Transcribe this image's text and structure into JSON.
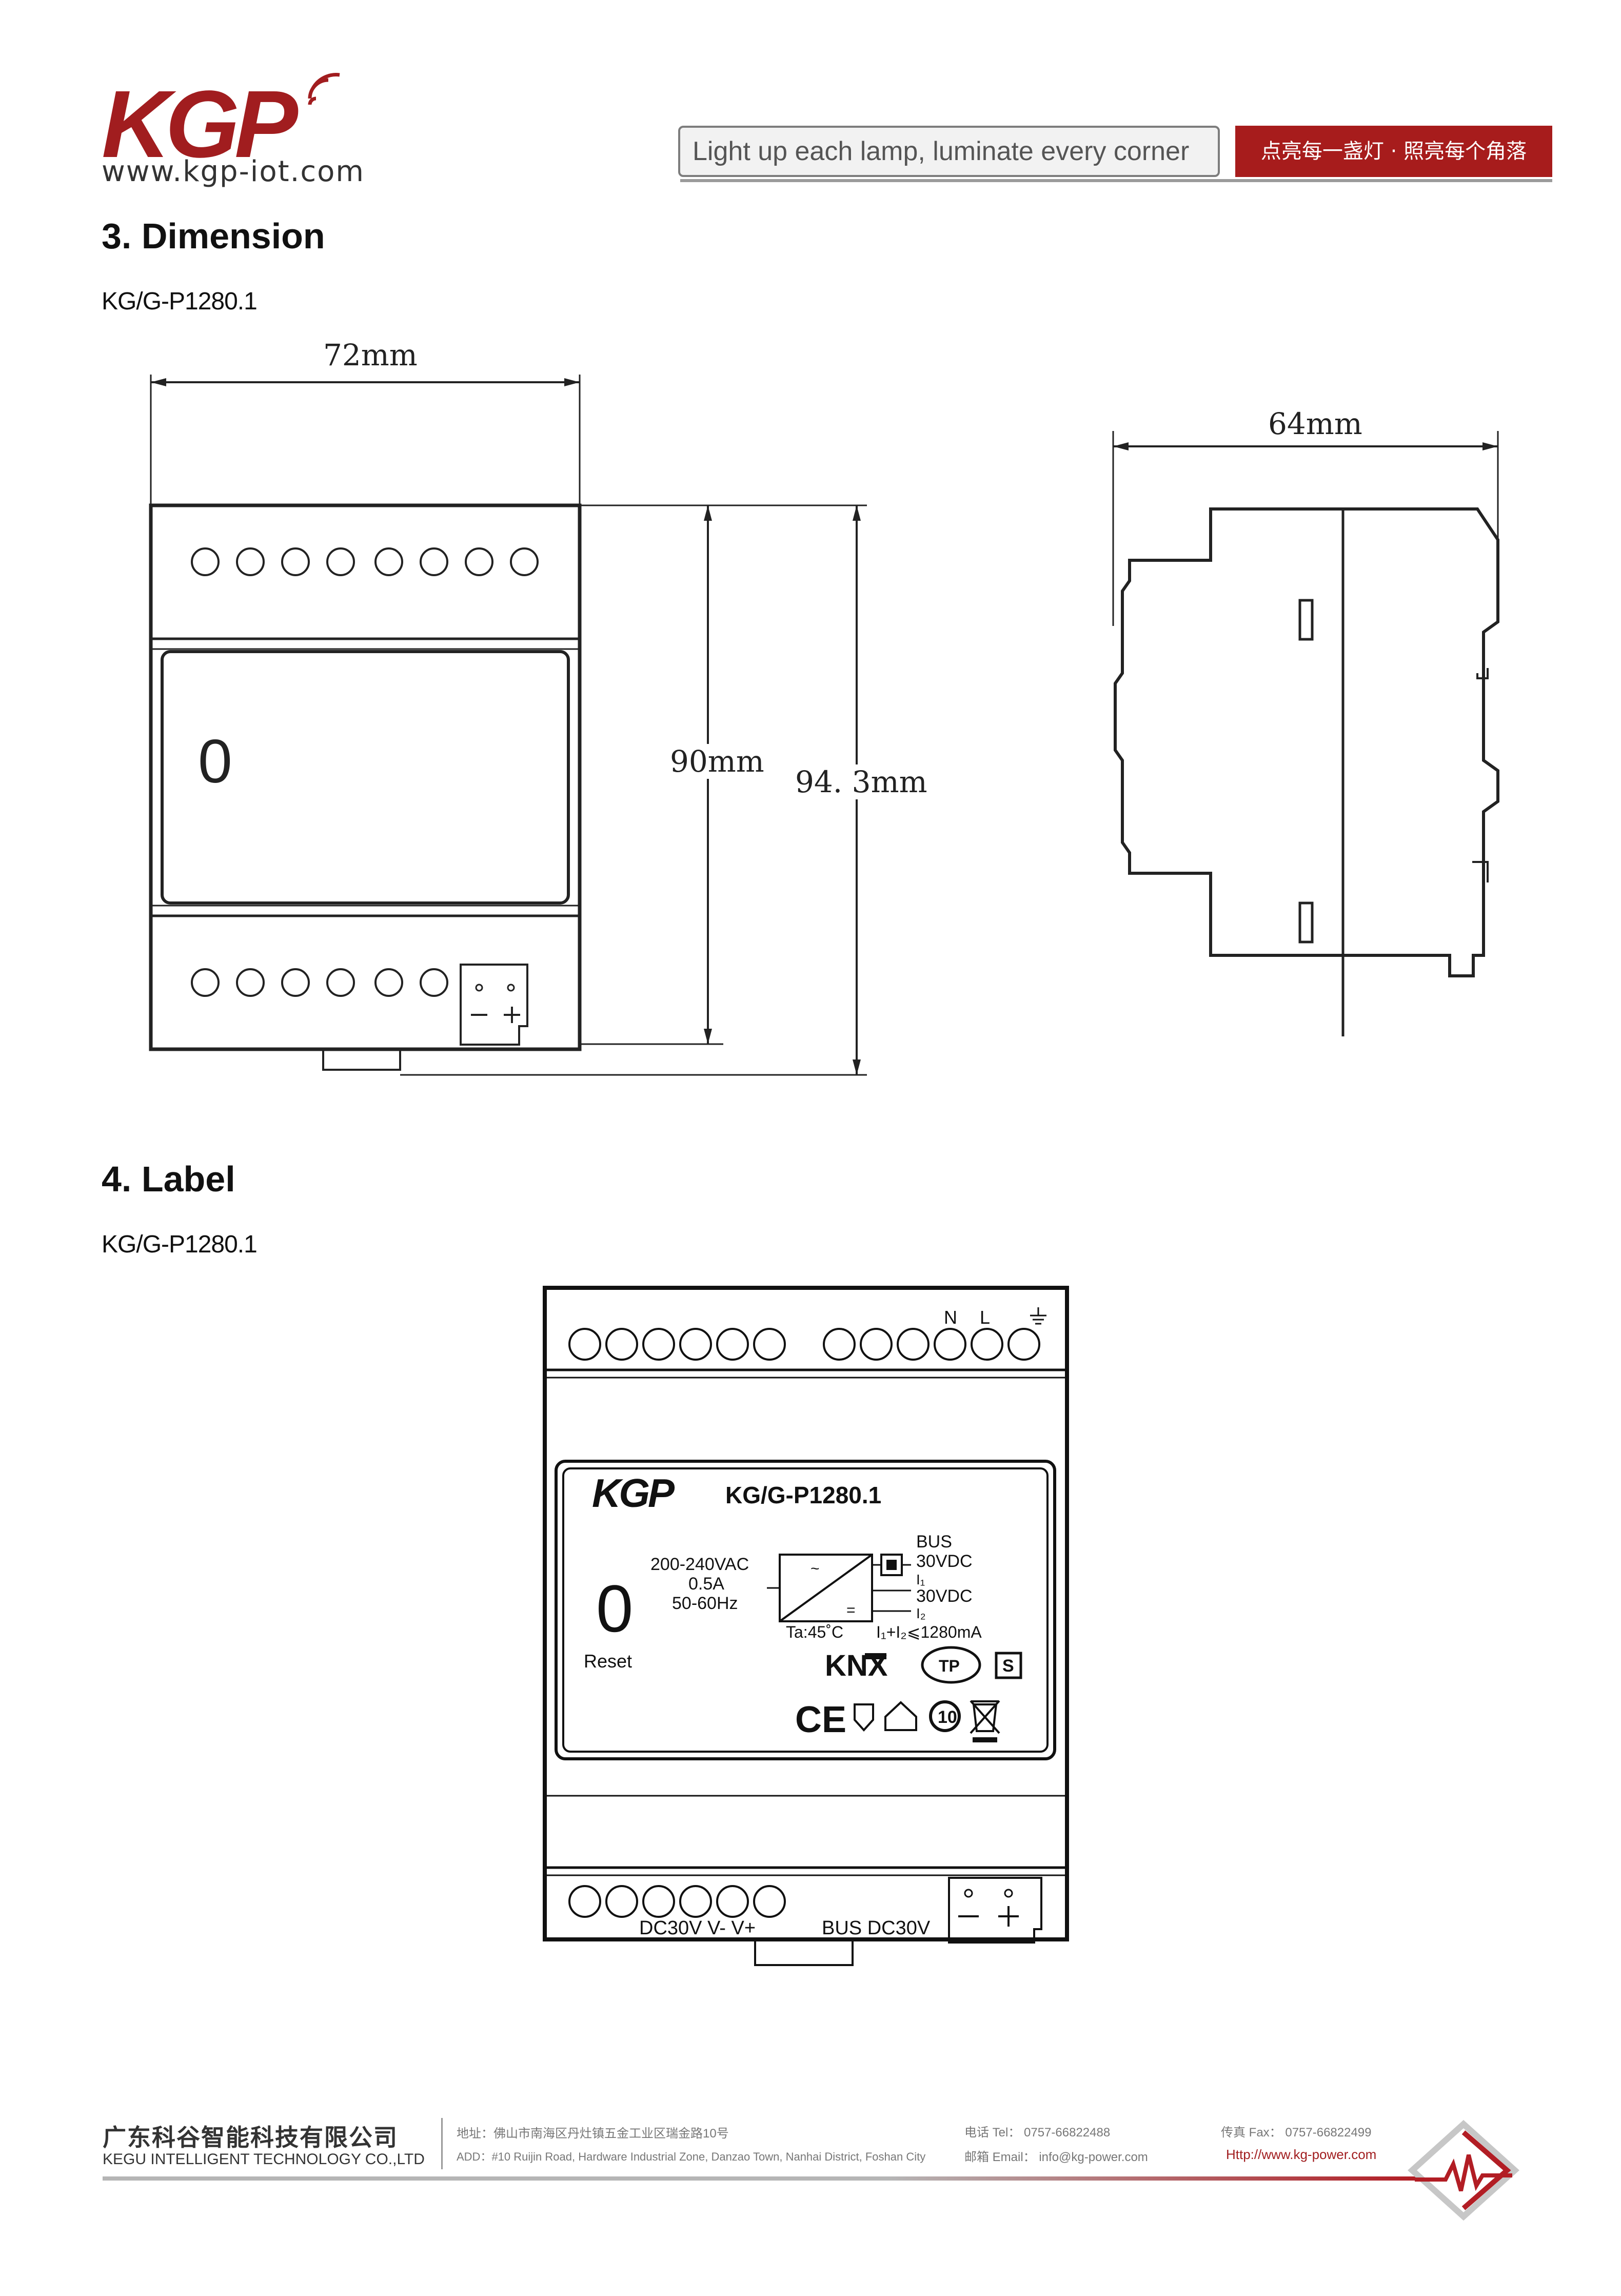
{
  "header": {
    "logo_text": "KGP",
    "logo_url": "www.kgp-iot.com",
    "slogan_en": "Light up each lamp, luminate every corner",
    "slogan_cn": "点亮每一盏灯 · 照亮每个角落"
  },
  "section3": {
    "title": "3.  Dimension",
    "model": "KG/G-P1280.1",
    "width_label": "72mm",
    "height_label": "90mm",
    "total_height_label": "94. 3mm",
    "depth_label": "64mm",
    "front_indicator": "0"
  },
  "section4": {
    "title": "4.  Label",
    "model": "KG/G-P1280.1",
    "label": {
      "logo_text": "KGP",
      "model": "KG/G-P1280.1",
      "input_voltage": "200-240VAC",
      "input_current": "0.5A",
      "input_freq": "50-60Hz",
      "bus": "BUS",
      "out1_voltage": "30VDC",
      "out1_id": "I₁",
      "out2_voltage": "30VDC",
      "out2_id": "I₂",
      "ambient": "Ta:45˚C",
      "current_total": "I₁+I₂⩽1280mA",
      "reset_indicator": "0",
      "reset_label": "Reset",
      "knx": "KNX",
      "tp": "TP",
      "s_mark": "S",
      "ce": "CE",
      "n_label": "N",
      "l_label": "L",
      "bottom_dc": "DC30V  V-   V+",
      "bottom_bus": "BUS DC30V"
    }
  },
  "footer": {
    "company_cn": "广东科谷智能科技有限公司",
    "company_en": "KEGU INTELLIGENT TECHNOLOGY CO.,LTD",
    "address_cn": "地址：佛山市南海区丹灶镇五金工业区瑞金路10号",
    "address_en": "ADD：#10 Ruijin Road, Hardware Industrial Zone, Danzao Town, Nanhai District, Foshan City",
    "tel": "电话 Tel：  0757-66822488",
    "email": "邮箱 Email：  info@kg-power.com",
    "fax": "传真 Fax：  0757-66822499",
    "website": "Http://www.kg-power.com"
  }
}
